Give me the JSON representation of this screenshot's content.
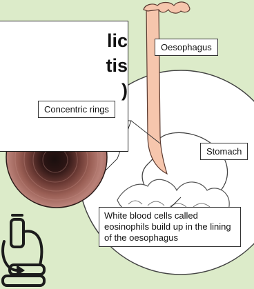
{
  "title": {
    "lines": [
      "lic",
      "tis",
      ")"
    ]
  },
  "labels": {
    "oesophagus": "Oesophagus",
    "stomach": "Stomach",
    "concentric_rings": "Concentric rings",
    "white_blood_cells": "White blood cells called eosinophils build up in the lining of the oesophagus"
  },
  "colors": {
    "background": "#dcebc9",
    "oesophagus_fill": "#f6c6ad",
    "circle_fill": "#ffffff",
    "outline": "#444444"
  },
  "icons": {
    "microscope": "microscope-icon",
    "arrow": "curved-arrow-icon"
  }
}
